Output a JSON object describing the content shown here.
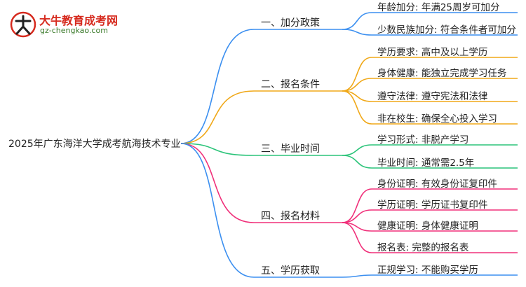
{
  "logo": {
    "title": "大牛教育成考网",
    "url": "gz-chengkao.com"
  },
  "root": "2025年广东海洋大学成考航海技术专业",
  "branches": [
    {
      "label": "一、加分政策",
      "color": "#3b8ff0",
      "leaves": [
        "年龄加分: 年满25周岁可加分",
        "少数民族加分: 符合条件者可加分"
      ]
    },
    {
      "label": "二、报名条件",
      "color": "#f0a818",
      "leaves": [
        "学历要求: 高中及以上学历",
        "身体健康: 能独立完成学习任务",
        "遵守法律: 遵守宪法和法律",
        "非在校生: 确保全心投入学习"
      ]
    },
    {
      "label": "三、毕业时间",
      "color": "#2cc47a",
      "leaves": [
        "学习形式: 非脱产学习",
        "毕业时间: 通常需2.5年"
      ]
    },
    {
      "label": "四、报名材料",
      "color": "#f0307a",
      "leaves": [
        "身份证明: 有效身份证复印件",
        "学历证明: 学历证书复印件",
        "健康证明: 身体健康证明",
        "报名表: 完整的报名表"
      ]
    },
    {
      "label": "五、学历获取",
      "color": "#3b8ff0",
      "leaves": [
        "正规学习: 不能购买学历"
      ]
    }
  ]
}
